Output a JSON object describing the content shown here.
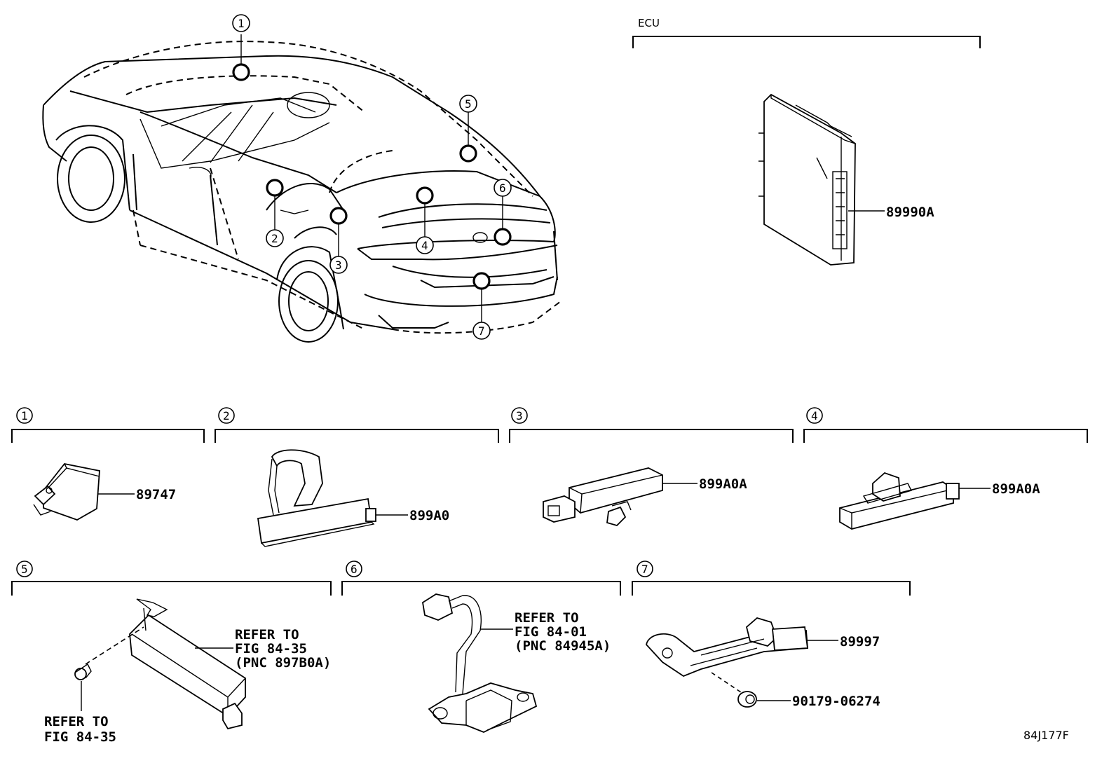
{
  "header": {
    "ecu_label": "ECU"
  },
  "callouts": [
    "1",
    "2",
    "3",
    "4",
    "5",
    "6",
    "7"
  ],
  "parts": {
    "ecu": "89990A",
    "p1": "89747",
    "p2": "899A0",
    "p3": "899A0A",
    "p4": "899A0A",
    "p7a": "89997",
    "p7b": "90179-06274"
  },
  "refs": {
    "r5_line1": "REFER TO",
    "r5_line2": "FIG 84-35",
    "r5_line3": "(PNC 897B0A)",
    "r5b_line1": "REFER TO",
    "r5b_line2": "FIG 84-35",
    "r6_line1": "REFER TO",
    "r6_line2": "FIG 84-01",
    "r6_line3": "(PNC 84945A)"
  },
  "footer": {
    "diagram_code": "84J177F"
  }
}
